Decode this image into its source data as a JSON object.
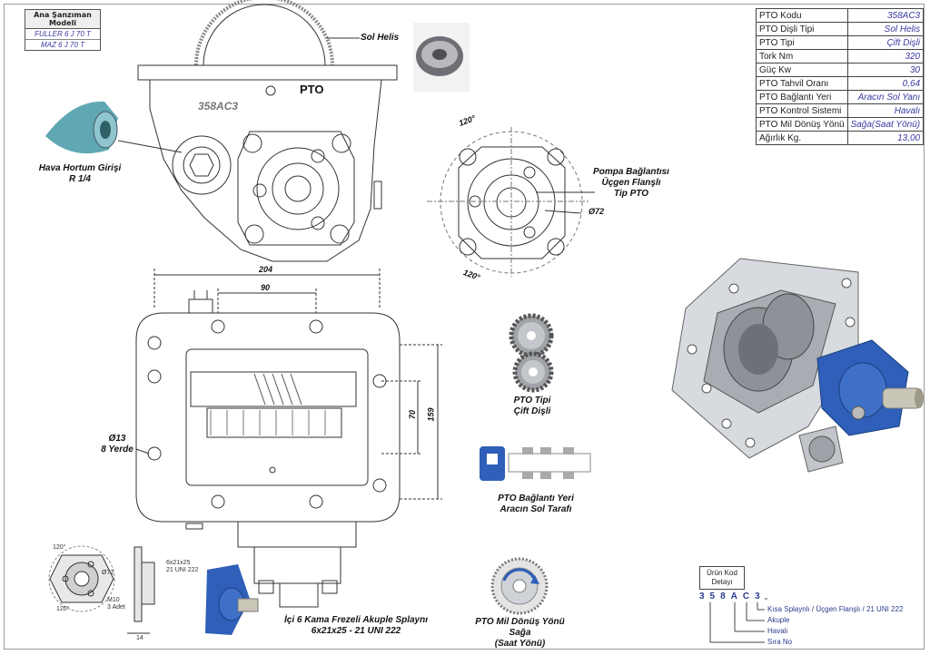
{
  "model_box": {
    "title": "Ana Şanzıman Modeli",
    "rows": [
      "FULLER 6 J 70 T",
      "MAZ 6 J 70 T"
    ]
  },
  "spec": [
    {
      "key": "PTO Kodu",
      "value": "358AC3"
    },
    {
      "key": "PTO Dişli Tipi",
      "value": "Sol Helis"
    },
    {
      "key": "PTO Tipi",
      "value": "Çift Dişli"
    },
    {
      "key": "Tork Nm",
      "value": "320"
    },
    {
      "key": "Güç Kw",
      "value": "30"
    },
    {
      "key": "PTO Tahvil Oranı",
      "value": "0,64"
    },
    {
      "key": "PTO Bağlantı Yeri",
      "value": "Aracın Sol Yanı"
    },
    {
      "key": "PTO Kontrol Sistemi",
      "value": "Havalı"
    },
    {
      "key": "PTO Mil Dönüş Yönü",
      "value": "Sağa(Saat Yönü)"
    },
    {
      "key": "Ağırlık Kg.",
      "value": "13,00"
    }
  ],
  "labels": {
    "sol_helis": "Sol Helis",
    "hava_hortum": "Hava Hortum Girişi",
    "hava_hortum_2": "R 1/4",
    "pompa_1": "Pompa Bağlantısı",
    "pompa_2": "Üçgen Flanşlı",
    "pompa_3": "Tip PTO",
    "pto_tipi_1": "PTO Tipi",
    "pto_tipi_2": "Çift Dişli",
    "baglanti_1": "PTO Bağlantı Yeri",
    "baglanti_2": "Aracın Sol Tarafı",
    "kama_1": "İçi 6 Kama Frezeli Akuple Splaynı",
    "kama_2": "6x21x25  - 21 UNI 222",
    "donus_1": "PTO Mil Dönüş Yönü",
    "donus_2": "Sağa",
    "donus_3": "(Saat Yönü)",
    "hole_1": "Ø13",
    "hole_2": "8 Yerde",
    "housing_code": "358AC3",
    "housing_brand": "PTO"
  },
  "dimensions": {
    "d204": "204",
    "d90": "90",
    "d70": "70",
    "d159": "159",
    "d72": "Ø72",
    "a120_top": "120°",
    "a120_bot": "120°",
    "small_72": "Ø72",
    "small_120a": "120°",
    "small_120b": "120°",
    "small_spline_1": "6x21x25",
    "small_spline_2": "21 UNI 222",
    "small_m10_1": "M10",
    "small_m10_2": "3 Adet",
    "small_14": "14"
  },
  "product_code": {
    "box_1": "Ürün Kod",
    "box_2": "Detayı",
    "digits": "358AC3",
    "items": [
      "Kısa Splaynlı / Üçgen Flanşlı / 21 UNI 222",
      "Akuple",
      "Havalı",
      "Sıra No"
    ]
  },
  "colors": {
    "pto_blue": "#2f5fb8",
    "aluminium": "#cfd3d8",
    "line": "#333333",
    "accent_text": "#3a3aa0"
  }
}
